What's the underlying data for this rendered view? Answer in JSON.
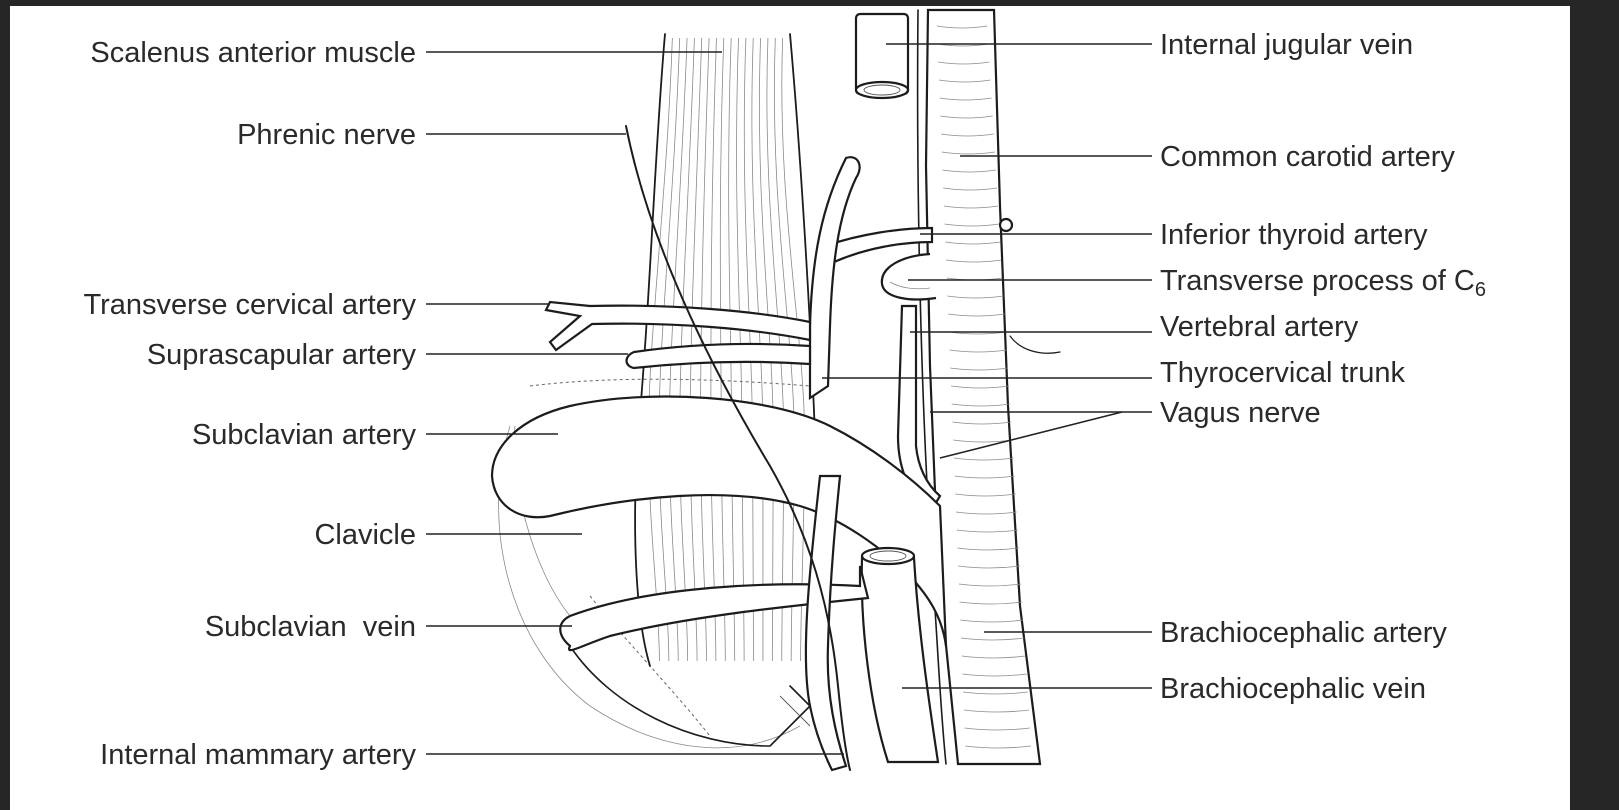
{
  "labels": {
    "scalenus": "Scalenus anterior muscle",
    "phrenic": "Phrenic nerve",
    "transverse_cervical": "Transverse cervical artery",
    "suprascapular": "Suprascapular artery",
    "subclavian_artery": "Subclavian artery",
    "clavicle": "Clavicle",
    "subclavian_vein": "Subclavian  vein",
    "internal_mammary": "Internal mammary artery",
    "internal_jugular": "Internal jugular vein",
    "common_carotid": "Common carotid artery",
    "inferior_thyroid": "Inferior thyroid artery",
    "transverse_process": "Transverse process of C",
    "transverse_process_sub": "6",
    "vertebral": "Vertebral artery",
    "thyrocervical": "Thyrocervical trunk",
    "vagus": "Vagus nerve",
    "brachiocephalic_artery": "Brachiocephalic artery",
    "brachiocephalic_vein": "Brachiocephalic vein"
  }
}
